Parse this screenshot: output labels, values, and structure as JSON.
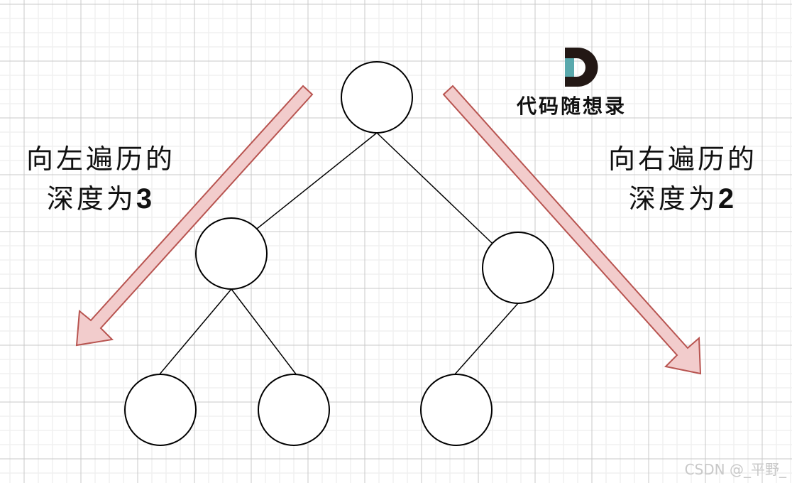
{
  "left_label": {
    "line1": "向左遍历的",
    "line2_prefix": "深度为",
    "depth": "3"
  },
  "right_label": {
    "line1": "向右遍历的",
    "line2_prefix": "深度为",
    "depth": "2"
  },
  "logo": {
    "text": "代码随想录",
    "colors": {
      "dark": "#231815",
      "teal": "#5aa9ad"
    }
  },
  "watermark": "CSDN @_平野_",
  "colors": {
    "arrow_fill": "#f2cccc",
    "arrow_stroke": "#b85450",
    "node_stroke": "#000000",
    "grid_minor": "#f0f0f0",
    "grid_major": "#c8c8c8"
  }
}
